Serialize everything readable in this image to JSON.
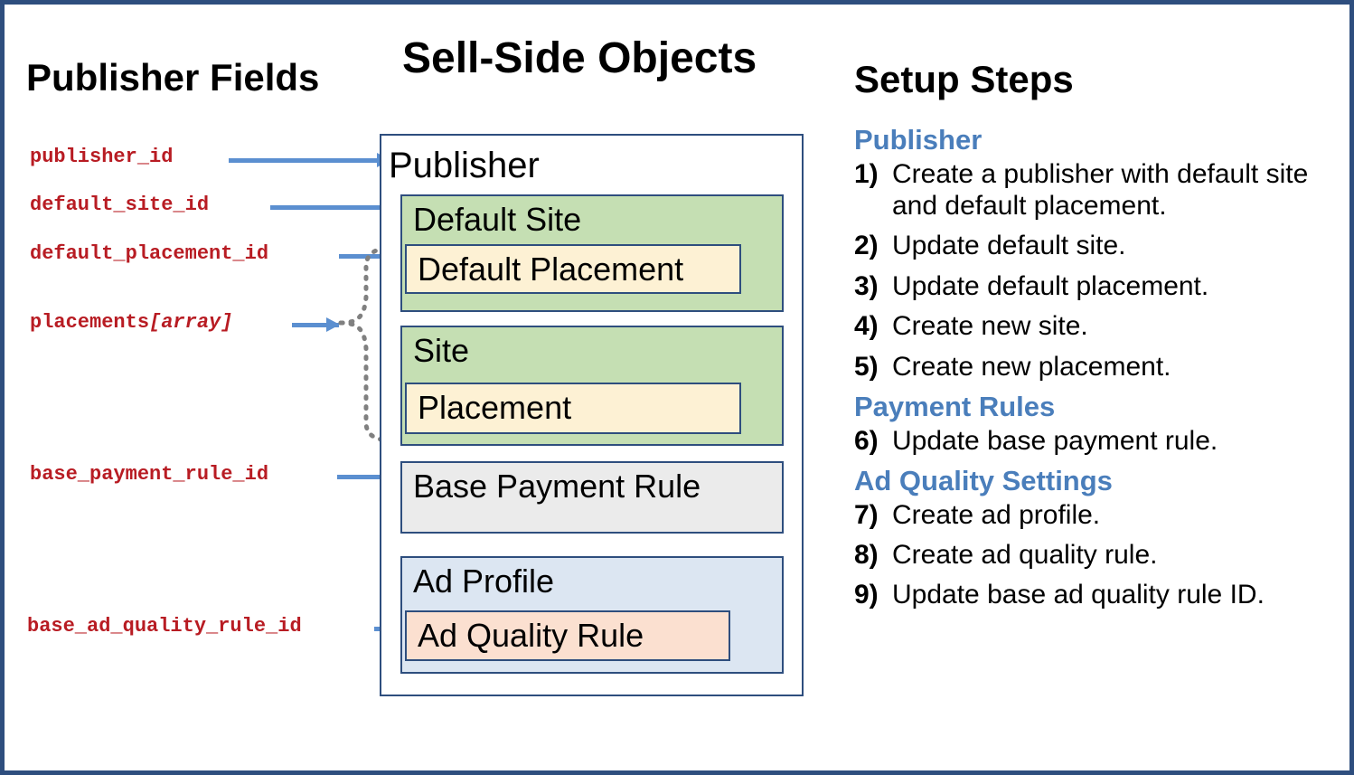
{
  "columns": {
    "left_title": "Publisher Fields",
    "center_title": "Sell-Side Objects",
    "right_title": "Setup Steps"
  },
  "publisher_fields": [
    {
      "name": "publisher_id",
      "suffix": ""
    },
    {
      "name": "default_site_id",
      "suffix": ""
    },
    {
      "name": "default_placement_id",
      "suffix": ""
    },
    {
      "name": "placements",
      "suffix": "[array]"
    },
    {
      "name": "base_payment_rule_id",
      "suffix": ""
    },
    {
      "name": "base_ad_quality_rule_id",
      "suffix": ""
    }
  ],
  "objects": {
    "publisher": "Publisher",
    "default_site": "Default Site",
    "default_placement": "Default Placement",
    "site": "Site",
    "placement": "Placement",
    "base_payment_rule": "Base Payment Rule",
    "ad_profile": "Ad Profile",
    "ad_quality_rule": "Ad Quality Rule"
  },
  "setup": {
    "sections": [
      {
        "heading": "Publisher",
        "steps": [
          {
            "num": "1)",
            "text": "Create a publisher with default site and default placement."
          },
          {
            "num": "2)",
            "text": "Update default site."
          },
          {
            "num": "3)",
            "text": "Update default placement."
          },
          {
            "num": "4)",
            "text": "Create new site."
          },
          {
            "num": "5)",
            "text": "Create new placement."
          }
        ]
      },
      {
        "heading": "Payment Rules",
        "steps": [
          {
            "num": "6)",
            "text": "Update base payment rule."
          }
        ]
      },
      {
        "heading": "Ad Quality Settings",
        "steps": [
          {
            "num": "7)",
            "text": "Create ad profile."
          },
          {
            "num": "8)",
            "text": "Create ad quality rule."
          },
          {
            "num": "9)",
            "text": "Update base ad quality rule ID."
          }
        ]
      }
    ]
  },
  "colors": {
    "field_red": "#b81c23",
    "arrow_blue": "#5b8fd0",
    "border_navy": "#2e4e7e",
    "heading_blue": "#4a7ebb",
    "site_green": "#c5dfb3",
    "placement_yellow": "#fdf1d4",
    "payment_gray": "#ebebeb",
    "adprofile_blue": "#dce6f2",
    "adquality_peach": "#fbe0d0",
    "dotted_gray": "#808080"
  }
}
